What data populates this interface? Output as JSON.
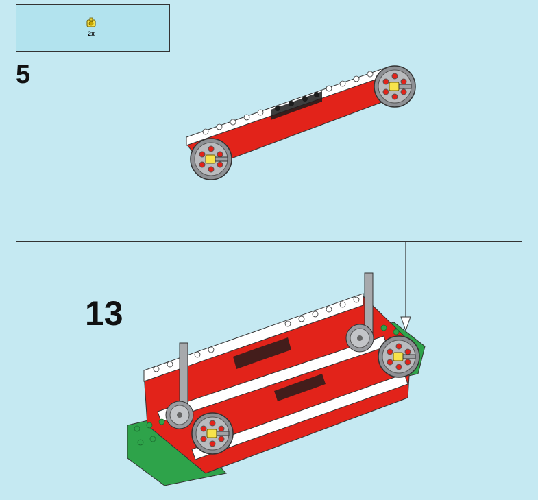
{
  "parts_callout": {
    "quantity": "2x",
    "part_icon": "yellow-bush-icon"
  },
  "steps": [
    {
      "number": "5"
    },
    {
      "number": "13"
    }
  ],
  "colors": {
    "background": "#c5e9f2",
    "callout_bg": "#b2e3ee",
    "brick_red": "#e2231a",
    "brick_white": "#ffffff",
    "brick_green": "#2ea34a",
    "brick_black": "#1c1c1c",
    "wheel_grey": "#a7a9ac",
    "bush_yellow": "#f7e34b"
  },
  "icons": {
    "wheel": "wheel-icon",
    "axle": "axle-icon",
    "gear": "gear-icon",
    "arrow": "arrow-down-icon"
  }
}
